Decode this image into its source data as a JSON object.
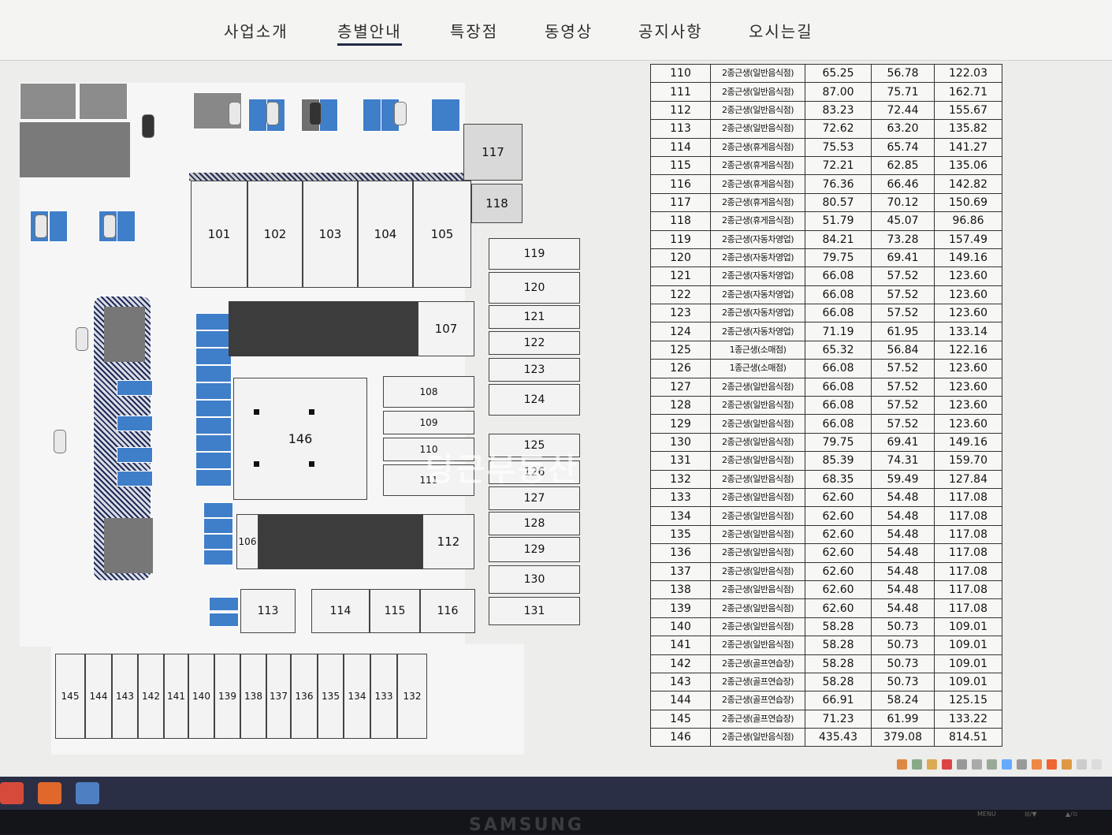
{
  "nav": {
    "items": [
      "사업소개",
      "층별안내",
      "특장점",
      "동영상",
      "공지사항",
      "오시는길"
    ],
    "active_index": 1,
    "active_color": "#1f2a44"
  },
  "watermark": "당근부동산",
  "floorplan": {
    "units_top": [
      "101",
      "102",
      "103",
      "104",
      "105"
    ],
    "unit_107": "107",
    "unit_117": "117",
    "unit_118": "118",
    "units_right": [
      "119",
      "120",
      "121",
      "122",
      "123",
      "124",
      "125",
      "126",
      "127",
      "128",
      "129",
      "130",
      "131"
    ],
    "units_mid": [
      "108",
      "109",
      "110",
      "111"
    ],
    "unit_146": "146",
    "unit_112": "112",
    "unit_106": "106",
    "units_row": [
      "113",
      "114",
      "115",
      "116"
    ],
    "units_bottom": [
      "145",
      "144",
      "143",
      "142",
      "141",
      "140",
      "139",
      "138",
      "137",
      "136",
      "135",
      "134",
      "133",
      "132"
    ]
  },
  "table": {
    "rows": [
      [
        "110",
        "2종근생(일반음식점)",
        "65.25",
        "56.78",
        "122.03"
      ],
      [
        "111",
        "2종근생(일반음식점)",
        "87.00",
        "75.71",
        "162.71"
      ],
      [
        "112",
        "2종근생(일반음식점)",
        "83.23",
        "72.44",
        "155.67"
      ],
      [
        "113",
        "2종근생(일반음식점)",
        "72.62",
        "63.20",
        "135.82"
      ],
      [
        "114",
        "2종근생(휴게음식점)",
        "75.53",
        "65.74",
        "141.27"
      ],
      [
        "115",
        "2종근생(휴게음식점)",
        "72.21",
        "62.85",
        "135.06"
      ],
      [
        "116",
        "2종근생(휴게음식점)",
        "76.36",
        "66.46",
        "142.82"
      ],
      [
        "117",
        "2종근생(휴게음식점)",
        "80.57",
        "70.12",
        "150.69"
      ],
      [
        "118",
        "2종근생(휴게음식점)",
        "51.79",
        "45.07",
        "96.86"
      ],
      [
        "119",
        "2종근생(자동차영업)",
        "84.21",
        "73.28",
        "157.49"
      ],
      [
        "120",
        "2종근생(자동차영업)",
        "79.75",
        "69.41",
        "149.16"
      ],
      [
        "121",
        "2종근생(자동차영업)",
        "66.08",
        "57.52",
        "123.60"
      ],
      [
        "122",
        "2종근생(자동차영업)",
        "66.08",
        "57.52",
        "123.60"
      ],
      [
        "123",
        "2종근생(자동차영업)",
        "66.08",
        "57.52",
        "123.60"
      ],
      [
        "124",
        "2종근생(자동차영업)",
        "71.19",
        "61.95",
        "133.14"
      ],
      [
        "125",
        "1종근생(소매점)",
        "65.32",
        "56.84",
        "122.16"
      ],
      [
        "126",
        "1종근생(소매점)",
        "66.08",
        "57.52",
        "123.60"
      ],
      [
        "127",
        "2종근생(일반음식점)",
        "66.08",
        "57.52",
        "123.60"
      ],
      [
        "128",
        "2종근생(일반음식점)",
        "66.08",
        "57.52",
        "123.60"
      ],
      [
        "129",
        "2종근생(일반음식점)",
        "66.08",
        "57.52",
        "123.60"
      ],
      [
        "130",
        "2종근생(일반음식점)",
        "79.75",
        "69.41",
        "149.16"
      ],
      [
        "131",
        "2종근생(일반음식점)",
        "85.39",
        "74.31",
        "159.70"
      ],
      [
        "132",
        "2종근생(일반음식점)",
        "68.35",
        "59.49",
        "127.84"
      ],
      [
        "133",
        "2종근생(일반음식점)",
        "62.60",
        "54.48",
        "117.08"
      ],
      [
        "134",
        "2종근생(일반음식점)",
        "62.60",
        "54.48",
        "117.08"
      ],
      [
        "135",
        "2종근생(일반음식점)",
        "62.60",
        "54.48",
        "117.08"
      ],
      [
        "136",
        "2종근생(일반음식점)",
        "62.60",
        "54.48",
        "117.08"
      ],
      [
        "137",
        "2종근생(일반음식점)",
        "62.60",
        "54.48",
        "117.08"
      ],
      [
        "138",
        "2종근생(일반음식점)",
        "62.60",
        "54.48",
        "117.08"
      ],
      [
        "139",
        "2종근생(일반음식점)",
        "62.60",
        "54.48",
        "117.08"
      ],
      [
        "140",
        "2종근생(일반음식점)",
        "58.28",
        "50.73",
        "109.01"
      ],
      [
        "141",
        "2종근생(일반음식점)",
        "58.28",
        "50.73",
        "109.01"
      ],
      [
        "142",
        "2종근생(골프연습장)",
        "58.28",
        "50.73",
        "109.01"
      ],
      [
        "143",
        "2종근생(골프연습장)",
        "58.28",
        "50.73",
        "109.01"
      ],
      [
        "144",
        "2종근생(골프연습장)",
        "66.91",
        "58.24",
        "125.15"
      ],
      [
        "145",
        "2종근생(골프연습장)",
        "71.23",
        "61.99",
        "133.22"
      ],
      [
        "146",
        "2종근생(일반음식점)",
        "435.43",
        "379.08",
        "814.51"
      ]
    ]
  },
  "taskbar": {
    "apps": [
      {
        "icon": "chrome-icon",
        "color": "#d64a3a"
      },
      {
        "icon": "chat-icon",
        "color": "#e0682c"
      },
      {
        "icon": "remote-desktop-icon",
        "color": "#4e7fc2"
      }
    ],
    "tray_colors": [
      "#d84",
      "#8a8",
      "#da5",
      "#d44",
      "#999",
      "#aaa",
      "#9a9",
      "#6af",
      "#999",
      "#e84",
      "#e63",
      "#d94",
      "#ccc",
      "#ddd"
    ]
  },
  "monitor": {
    "brand": "SAMSUNG",
    "buttons": [
      "MENU",
      "⊟/▼",
      "▲/⊙"
    ]
  }
}
